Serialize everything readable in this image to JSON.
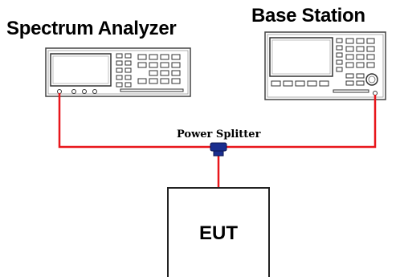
{
  "diagram": {
    "spectrum_analyzer_label": "Spectrum Analyzer",
    "base_station_label": "Base Station",
    "power_splitter_label": "Power Splitter",
    "eut_label": "EUT"
  },
  "colors": {
    "cable": "#e8161b",
    "splitter": "#1a2e8f",
    "instrument_outline": "#444444",
    "screen": "#ffffff"
  }
}
